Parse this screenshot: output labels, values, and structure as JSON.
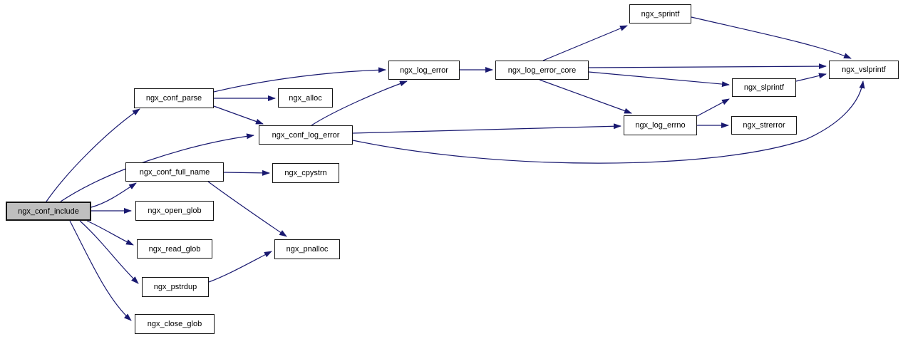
{
  "diagram": {
    "type": "call-graph",
    "root": "ngx_conf_include",
    "colors": {
      "edge": "#191970",
      "node_fill": "#ffffff",
      "node_border": "#141414",
      "root_fill": "#bfbfbf",
      "background": "#ffffff",
      "text": "#000000"
    },
    "nodes": [
      {
        "id": "ngx_conf_include",
        "label": "ngx_conf_include",
        "highlighted": true
      },
      {
        "id": "ngx_conf_parse",
        "label": "ngx_conf_parse",
        "highlighted": false
      },
      {
        "id": "ngx_alloc",
        "label": "ngx_alloc",
        "highlighted": false
      },
      {
        "id": "ngx_log_error",
        "label": "ngx_log_error",
        "highlighted": false
      },
      {
        "id": "ngx_log_error_core",
        "label": "ngx_log_error_core",
        "highlighted": false
      },
      {
        "id": "ngx_sprintf",
        "label": "ngx_sprintf",
        "highlighted": false
      },
      {
        "id": "ngx_vslprintf",
        "label": "ngx_vslprintf",
        "highlighted": false
      },
      {
        "id": "ngx_slprintf",
        "label": "ngx_slprintf",
        "highlighted": false
      },
      {
        "id": "ngx_log_errno",
        "label": "ngx_log_errno",
        "highlighted": false
      },
      {
        "id": "ngx_strerror",
        "label": "ngx_strerror",
        "highlighted": false
      },
      {
        "id": "ngx_conf_log_error",
        "label": "ngx_conf_log_error",
        "highlighted": false
      },
      {
        "id": "ngx_conf_full_name",
        "label": "ngx_conf_full_name",
        "highlighted": false
      },
      {
        "id": "ngx_cpystrn",
        "label": "ngx_cpystrn",
        "highlighted": false
      },
      {
        "id": "ngx_open_glob",
        "label": "ngx_open_glob",
        "highlighted": false
      },
      {
        "id": "ngx_read_glob",
        "label": "ngx_read_glob",
        "highlighted": false
      },
      {
        "id": "ngx_pnalloc",
        "label": "ngx_pnalloc",
        "highlighted": false
      },
      {
        "id": "ngx_pstrdup",
        "label": "ngx_pstrdup",
        "highlighted": false
      },
      {
        "id": "ngx_close_glob",
        "label": "ngx_close_glob",
        "highlighted": false
      }
    ],
    "edges": [
      {
        "from": "ngx_conf_include",
        "to": "ngx_conf_parse"
      },
      {
        "from": "ngx_conf_include",
        "to": "ngx_conf_log_error"
      },
      {
        "from": "ngx_conf_include",
        "to": "ngx_conf_full_name"
      },
      {
        "from": "ngx_conf_include",
        "to": "ngx_open_glob"
      },
      {
        "from": "ngx_conf_include",
        "to": "ngx_read_glob"
      },
      {
        "from": "ngx_conf_include",
        "to": "ngx_pstrdup"
      },
      {
        "from": "ngx_conf_include",
        "to": "ngx_close_glob"
      },
      {
        "from": "ngx_conf_parse",
        "to": "ngx_alloc"
      },
      {
        "from": "ngx_conf_parse",
        "to": "ngx_log_error"
      },
      {
        "from": "ngx_conf_parse",
        "to": "ngx_conf_log_error"
      },
      {
        "from": "ngx_conf_log_error",
        "to": "ngx_log_error"
      },
      {
        "from": "ngx_conf_log_error",
        "to": "ngx_log_errno"
      },
      {
        "from": "ngx_conf_log_error",
        "to": "ngx_vslprintf"
      },
      {
        "from": "ngx_log_error",
        "to": "ngx_log_error_core"
      },
      {
        "from": "ngx_log_error_core",
        "to": "ngx_sprintf"
      },
      {
        "from": "ngx_log_error_core",
        "to": "ngx_vslprintf"
      },
      {
        "from": "ngx_log_error_core",
        "to": "ngx_slprintf"
      },
      {
        "from": "ngx_log_error_core",
        "to": "ngx_log_errno"
      },
      {
        "from": "ngx_sprintf",
        "to": "ngx_vslprintf"
      },
      {
        "from": "ngx_slprintf",
        "to": "ngx_vslprintf"
      },
      {
        "from": "ngx_log_errno",
        "to": "ngx_slprintf"
      },
      {
        "from": "ngx_log_errno",
        "to": "ngx_strerror"
      },
      {
        "from": "ngx_conf_full_name",
        "to": "ngx_cpystrn"
      },
      {
        "from": "ngx_conf_full_name",
        "to": "ngx_pnalloc"
      },
      {
        "from": "ngx_pstrdup",
        "to": "ngx_pnalloc"
      }
    ]
  }
}
